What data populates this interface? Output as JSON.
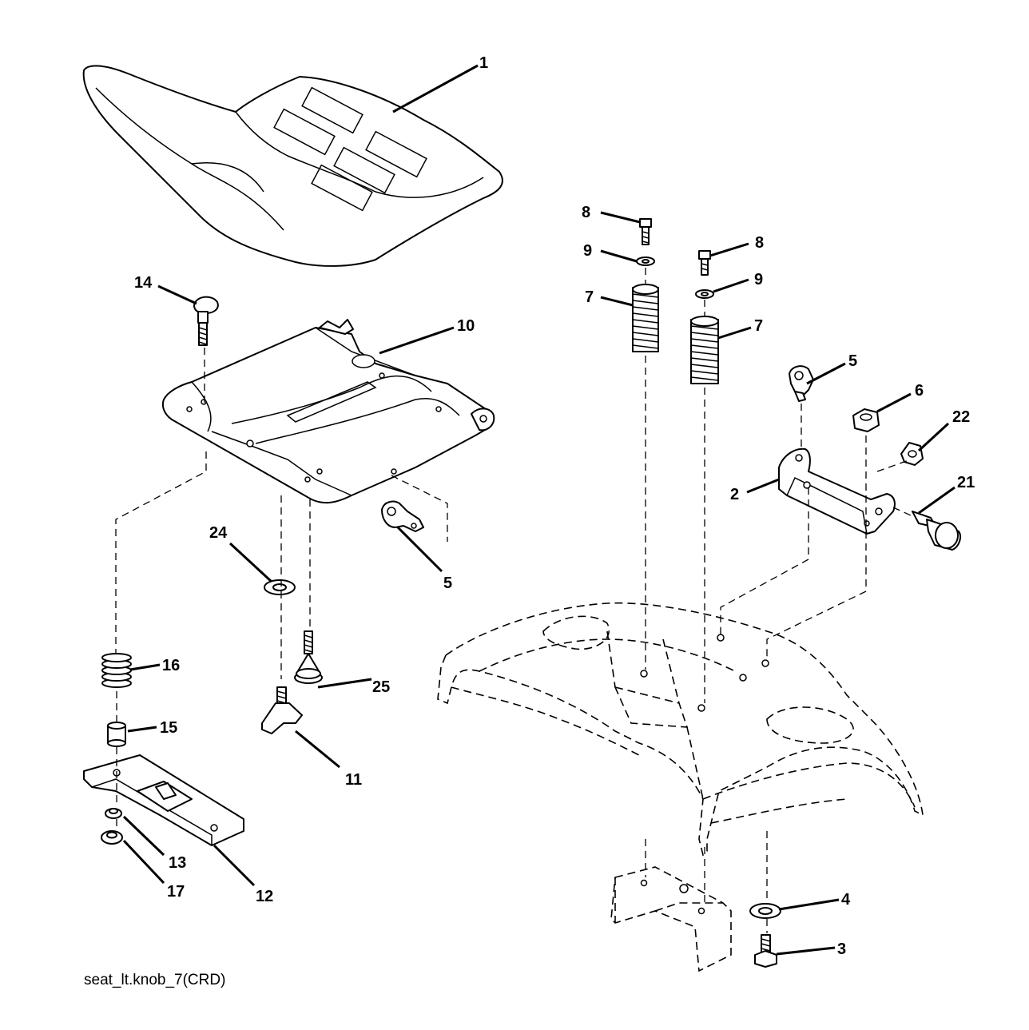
{
  "caption": "seat_lt.knob_7(CRD)",
  "callouts": [
    {
      "id": "c1",
      "text": "1"
    },
    {
      "id": "c2",
      "text": "2"
    },
    {
      "id": "c3",
      "text": "3"
    },
    {
      "id": "c4",
      "text": "4"
    },
    {
      "id": "c5a",
      "text": "5"
    },
    {
      "id": "c5b",
      "text": "5"
    },
    {
      "id": "c6",
      "text": "6"
    },
    {
      "id": "c7a",
      "text": "7"
    },
    {
      "id": "c7b",
      "text": "7"
    },
    {
      "id": "c8a",
      "text": "8"
    },
    {
      "id": "c8b",
      "text": "8"
    },
    {
      "id": "c9a",
      "text": "9"
    },
    {
      "id": "c9b",
      "text": "9"
    },
    {
      "id": "c10",
      "text": "10"
    },
    {
      "id": "c11",
      "text": "11"
    },
    {
      "id": "c12",
      "text": "12"
    },
    {
      "id": "c13",
      "text": "13"
    },
    {
      "id": "c14",
      "text": "14"
    },
    {
      "id": "c15",
      "text": "15"
    },
    {
      "id": "c16",
      "text": "16"
    },
    {
      "id": "c17",
      "text": "17"
    },
    {
      "id": "c21",
      "text": "21"
    },
    {
      "id": "c22",
      "text": "22"
    },
    {
      "id": "c24",
      "text": "24"
    },
    {
      "id": "c25",
      "text": "25"
    }
  ]
}
